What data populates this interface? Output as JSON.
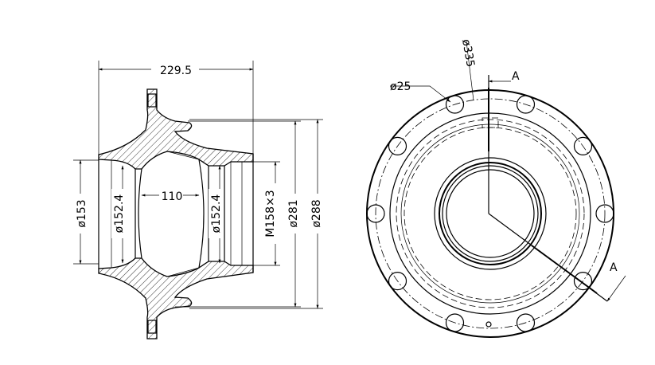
{
  "side_view": {
    "dims": {
      "overall_length": "229.5",
      "inner_length": "110",
      "dia_153": "ø153",
      "dia_152_left": "ø152.4",
      "dia_152_right": "ø152.4",
      "thread": "M158×3",
      "dia_281": "ø281",
      "dia_288": "ø288"
    }
  },
  "front_view": {
    "dims": {
      "pcd": "ø335",
      "hole_dia": "ø25"
    },
    "section_label_top": "A",
    "section_label_bottom": "A",
    "bolt_holes": 10
  },
  "colors": {
    "line": "#000000",
    "background": "#ffffff"
  }
}
